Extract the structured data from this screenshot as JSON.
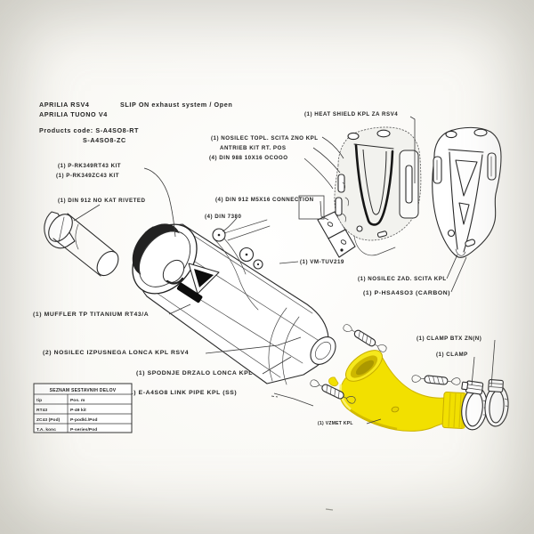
{
  "colors": {
    "link_pipe_yellow": "#f2e000",
    "ink": "#242424",
    "paper": "#fbfaf6"
  },
  "header": {
    "model_line_1": "APRILIA RSV4",
    "system_title": "SLIP ON exhaust system / Open",
    "model_line_2": "APRILIA TUONO V4",
    "code_line_1": "Products code:  S-A4SO8-RT",
    "code_line_2": "S-A4SO8-ZC"
  },
  "callouts": {
    "repair_kit_rt": "(1) P-RK349RT43 KIT",
    "repair_kit_zc": "(1) P-RK349ZC43 KIT",
    "end_cap_riveted": "(1) DIN 912 NO KAT RIVETED",
    "shield_fit_kit": "(1) NOSILEC TOPL. SCITA ZNO KPL",
    "shield_fit_kit2": "ANTRIEB KIT RT. POS",
    "washers_ocoo": "(4) DIN 988 10X16 OCOOO",
    "heat_shield_kpl": "(1) HEAT SHIELD KPL ZA RSV4",
    "connection_screws": "(4) DIN 912 M5X16 CONNECTION",
    "din_7380": "(4) DIN 7380",
    "vm_tuv": "(1) VM-TUV219",
    "shield_bracket": "(1) NOSILEC ZAD. SCITA KPL",
    "shield_carbon": "(1) P-HSA4SO3 (CARBON)",
    "muffler_titanium": "(1) MUFFLER TP TITANIUM RT43/A",
    "muffler_bracket_kpl": "(2) NOSILEC IZPUSNEGA LONCA KPL RSV4",
    "lower_holder": "(1) SPODNJE DRZALO LONCA KPL",
    "link_pipe_ss": "(1) E-A4SO8 LINK PIPE KPL (SS)",
    "springs_kpl": "(1) VZMET KPL",
    "clamp_btx": "(1) CLAMP BTX ZN(N)",
    "clamp_plain": "(1) CLAMP"
  },
  "table": {
    "title": "SEZNAM SESTAVNIH DELOV",
    "rows": [
      [
        "tip",
        "Pos. m"
      ],
      [
        "RT43",
        "P-49 kit"
      ],
      [
        "ZC43 (Pod)",
        "P-podkl./Pod"
      ],
      [
        "T.A. konc",
        "P-series/Pod"
      ]
    ]
  }
}
